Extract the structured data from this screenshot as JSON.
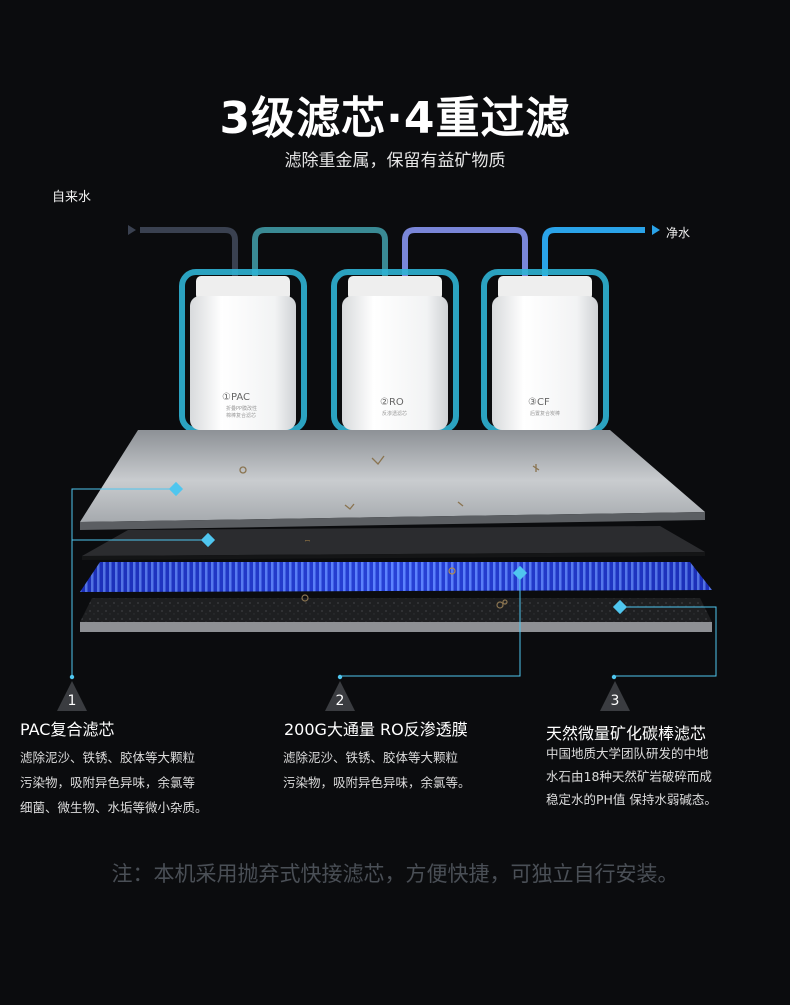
{
  "header": {
    "title": "3级滤芯·4重过滤",
    "subtitle": "滤除重金属，保留有益矿物质"
  },
  "diagram": {
    "inlet_label": "自来水",
    "outlet_label": "净水",
    "canisters": [
      {
        "label": "①PAC",
        "sub1": "折叠PP膜改性",
        "sub2": "棉棒复合滤芯"
      },
      {
        "label": "②RO",
        "sub1": "反渗透滤芯",
        "sub2": ""
      },
      {
        "label": "③CF",
        "sub1": "后置复合炭棒",
        "sub2": ""
      }
    ],
    "colors": {
      "pipe_dark": "#3a4150",
      "pipe_teal": "#3a8a94",
      "pipe_lavender": "#7a86d8",
      "pipe_blue": "#2aa3e8",
      "glow_teal": "#2fb3d4",
      "accent": "#4fc6ef",
      "membrane_blue": "#2848e0"
    }
  },
  "filters": [
    {
      "number": "1",
      "title": "PAC复合滤芯",
      "lines": [
        "滤除泥沙、铁锈、胶体等大颗粒",
        "污染物，吸附异色异味，余氯等",
        "细菌、微生物、水垢等微小杂质。"
      ]
    },
    {
      "number": "2",
      "title": "200G大通量  RO反渗透膜",
      "lines": [
        "滤除泥沙、铁锈、胶体等大颗粒",
        "污染物，吸附异色异味，余氯等。"
      ]
    },
    {
      "number": "3",
      "title": "天然微量矿化碳棒滤芯",
      "lines": [
        "中国地质大学团队研发的中地",
        "水石由18种天然矿岩破碎而成",
        "稳定水的PH值 保持水弱碱态。"
      ]
    }
  ],
  "footer": {
    "note": "注：本机采用抛弃式快接滤芯，方便快捷，可独立自行安装。"
  }
}
